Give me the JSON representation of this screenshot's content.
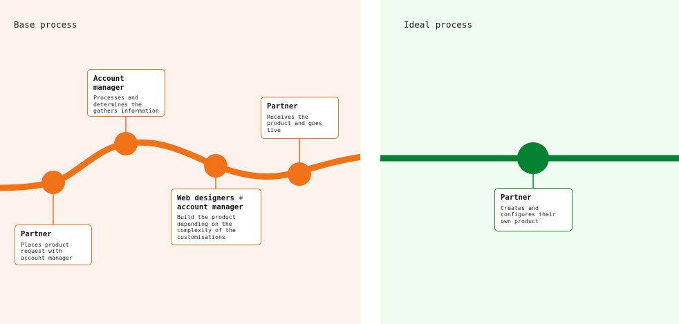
{
  "base": {
    "title": "Base process",
    "color": "#f07116",
    "steps": [
      {
        "title": "Partner",
        "description": "Places product request with account manager"
      },
      {
        "title": "Account manager",
        "description": "Processes and determines the gathers information"
      },
      {
        "title": "Web designers + account manager",
        "description": "Build the product depending on the complexity of the customisations"
      },
      {
        "title": "Partner",
        "description": "Receives the product and goes live"
      }
    ]
  },
  "ideal": {
    "title": "Ideal process",
    "color": "#028232",
    "steps": [
      {
        "title": "Partner",
        "description": "Creates and configures their own product"
      }
    ]
  }
}
